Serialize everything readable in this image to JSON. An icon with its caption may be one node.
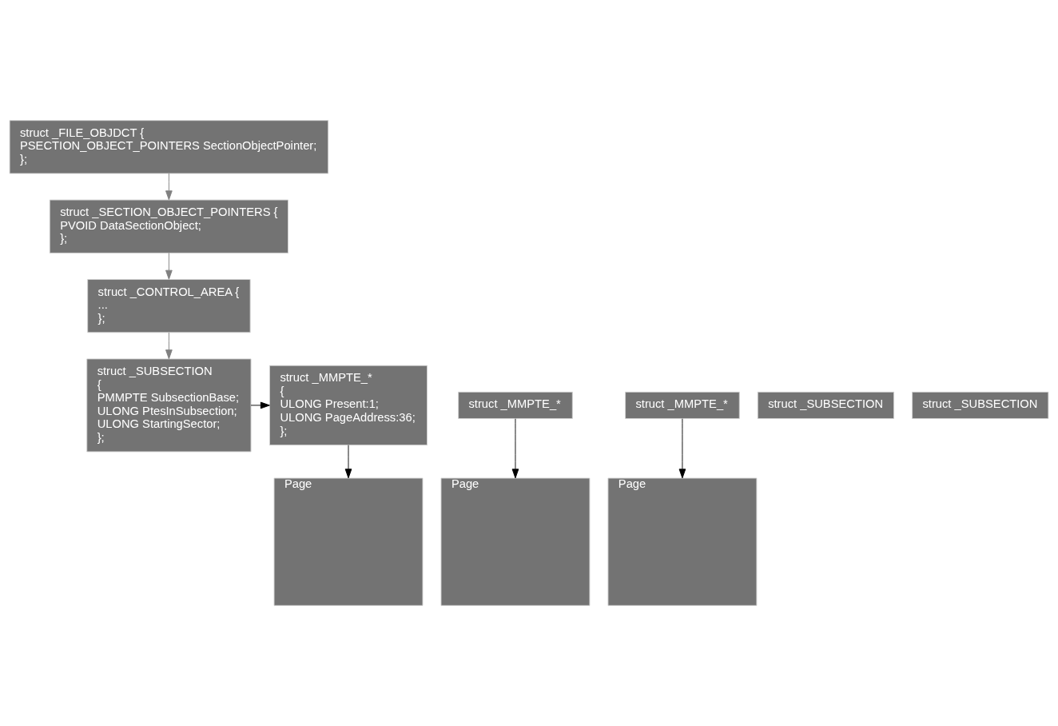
{
  "diagram": {
    "nodes": [
      {
        "text": [
          "struct _FILE_OBJDCT {",
          "PSECTION_OBJECT_POINTERS SectionObjectPointer;",
          "};"
        ]
      },
      {
        "text": [
          "struct _SECTION_OBJECT_POINTERS {",
          "PVOID DataSectionObject;",
          "};"
        ]
      },
      {
        "text": [
          "struct _CONTROL_AREA {",
          "...",
          "};"
        ]
      },
      {
        "text": [
          "Page"
        ]
      },
      {
        "text": [
          "Page"
        ]
      },
      {
        "text": [
          "Page"
        ]
      },
      {
        "text": [
          "struct _SUBSECTION"
        ]
      },
      {
        "text": [
          "struct _SUBSECTION"
        ]
      },
      {
        "text": [
          "struct _SUBSECTION",
          "{",
          "PMMPTE SubsectionBase;",
          "ULONG PtesInSubsection;",
          "ULONG StartingSector;",
          "};"
        ]
      },
      {
        "text": [
          "struct _MMPTE_*"
        ]
      },
      {
        "text": [
          "struct _MMPTE_*"
        ]
      },
      {
        "text": [
          "struct _MMPTE_*",
          "{",
          "ULONG Present:1;",
          "ULONG PageAddress:36;",
          "};"
        ]
      }
    ],
    "edges": [
      {
        "from": 0,
        "to": 1,
        "arrow": "to",
        "color": "#808080"
      },
      {
        "from": 1,
        "to": 2,
        "arrow": "to",
        "color": "#808080"
      },
      {
        "from": 2,
        "to": 8,
        "arrow": "to",
        "color": "#808080"
      },
      {
        "from": 8,
        "to": 11,
        "arrow": "to"
      },
      {
        "from": 11,
        "to": 3,
        "arrow": "to"
      },
      {
        "from": 10,
        "to": 4,
        "arrow": "to"
      },
      {
        "from": 9,
        "to": 5,
        "arrow": "to"
      }
    ]
  }
}
